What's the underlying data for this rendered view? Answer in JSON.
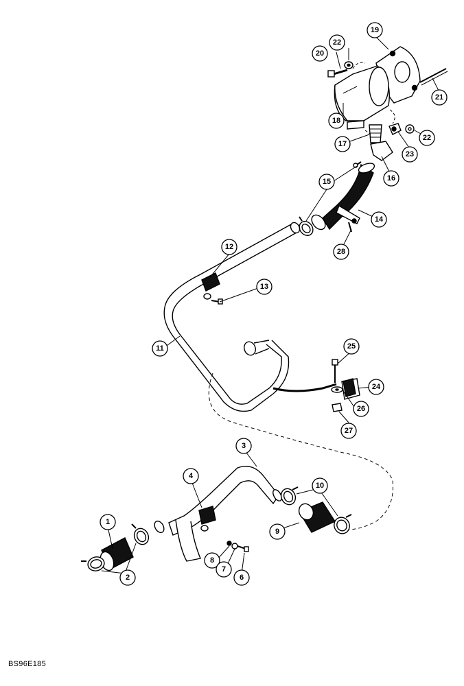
{
  "figure": {
    "reference_code": "BS96E185",
    "callouts": [
      "1",
      "2",
      "3",
      "4",
      "6",
      "7",
      "8",
      "9",
      "10",
      "11",
      "12",
      "13",
      "14",
      "15",
      "16",
      "17",
      "18",
      "19",
      "20",
      "21",
      "22",
      "22",
      "23",
      "24",
      "25",
      "26",
      "27",
      "28"
    ]
  }
}
